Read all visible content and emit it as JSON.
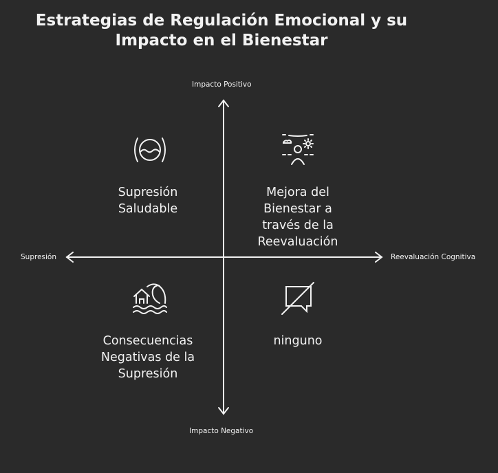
{
  "title": {
    "line1": "Estrategias de Regulación Emocional y su",
    "line2": "Impacto en el Bienestar"
  },
  "axes": {
    "top": "Impacto Positivo",
    "bottom": "Impacto Negativo",
    "left": "Supresión",
    "right": "Reevaluación Cognitiva"
  },
  "quadrants": {
    "top_left": {
      "lines": [
        "Supresión",
        "Saludable"
      ],
      "icon": "face-wave-icon"
    },
    "top_right": {
      "lines": [
        "Mejora del",
        "Bienestar a",
        "través de la",
        "Reevaluación"
      ],
      "icon": "person-weather-icon"
    },
    "bottom_left": {
      "lines": [
        "Consecuencias",
        "Negativas de la",
        "Supresión"
      ],
      "icon": "house-flood-wave-icon"
    },
    "bottom_right": {
      "lines": [
        "ninguno"
      ],
      "icon": "message-off-icon"
    }
  },
  "colors": {
    "background": "#2a2a2a",
    "foreground": "#f2f2f2"
  }
}
